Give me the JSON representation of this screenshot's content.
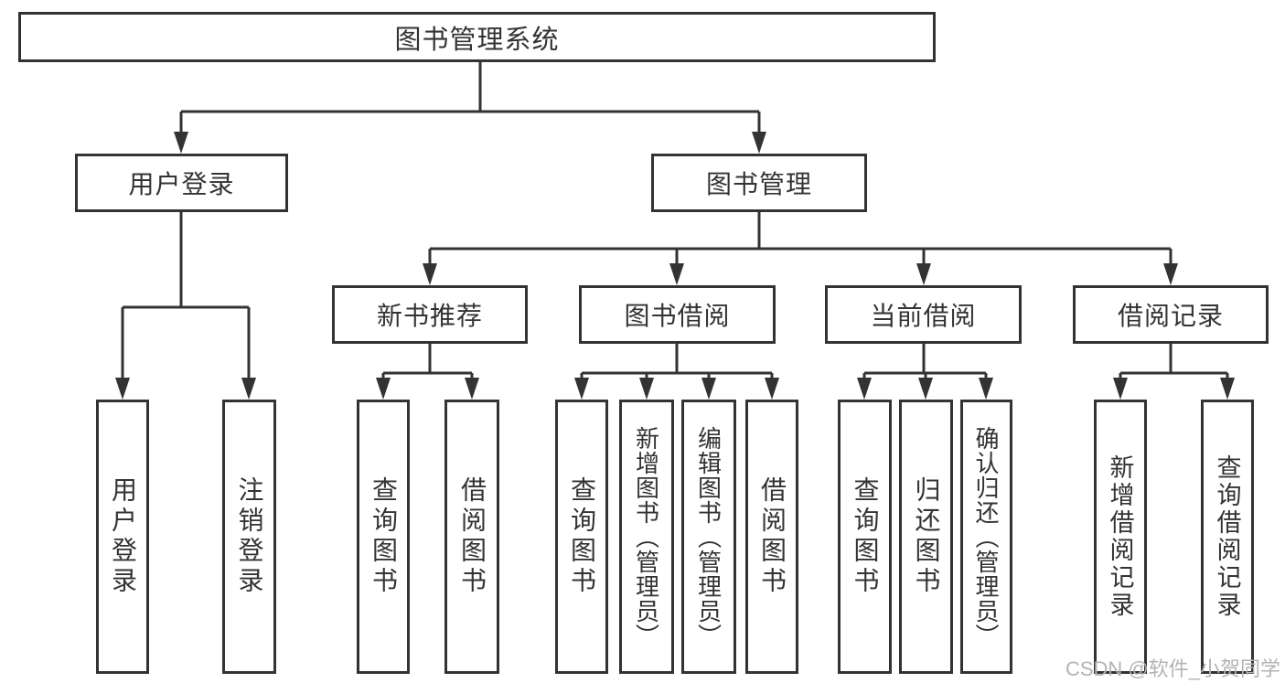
{
  "tree": {
    "root": {
      "label": "图书管理系统"
    },
    "branches": [
      {
        "label": "用户登录",
        "children": [
          {
            "label": "用户登录"
          },
          {
            "label": "注销登录"
          }
        ]
      },
      {
        "label": "图书管理",
        "children": [
          {
            "label": "新书推荐",
            "children": [
              {
                "label": "查询图书"
              },
              {
                "label": "借阅图书"
              }
            ]
          },
          {
            "label": "图书借阅",
            "children": [
              {
                "label": "查询图书"
              },
              {
                "label": "新增图书（管理员）"
              },
              {
                "label": "编辑图书（管理员）"
              },
              {
                "label": "借阅图书"
              }
            ]
          },
          {
            "label": "当前借阅",
            "children": [
              {
                "label": "查询图书"
              },
              {
                "label": "归还图书"
              },
              {
                "label": "确认归还（管理员）"
              }
            ]
          },
          {
            "label": "借阅记录",
            "children": [
              {
                "label": "新增借阅记录"
              },
              {
                "label": "查询借阅记录"
              }
            ]
          }
        ]
      }
    ]
  },
  "watermark": {
    "text": "CSDN @软件_小贺同学",
    "color": "#b3b3b3"
  },
  "colors": {
    "line": "#333333",
    "box_border": "#333333",
    "text": "#333333",
    "background": "#ffffff",
    "watermark": "#b3b3b3"
  }
}
